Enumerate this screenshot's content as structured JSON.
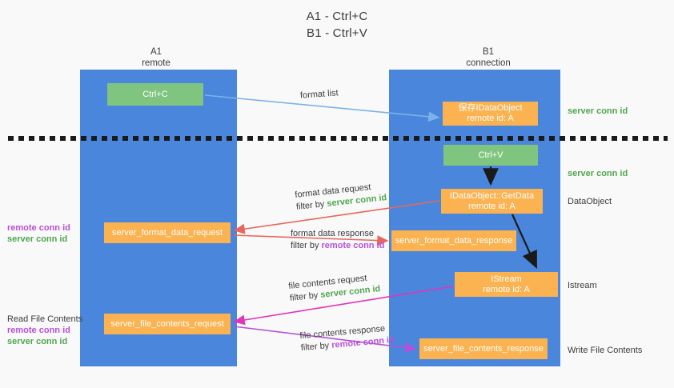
{
  "title": {
    "line1": "A1 - Ctrl+C",
    "line2": "B1 - Ctrl+V"
  },
  "columns": [
    {
      "id": "a1",
      "name": "A1",
      "sub": "remote",
      "color": "#4a86dc"
    },
    {
      "id": "b1",
      "name": "B1",
      "sub": "connection",
      "color": "#4a86dc"
    }
  ],
  "nodes": {
    "ctrl_c": {
      "line1": "Ctrl+C",
      "line2": "",
      "color": "#7fc57f"
    },
    "save_idataobject": {
      "line1": "保存IDataObject",
      "line2": "remote id: A",
      "color": "#fbb250"
    },
    "ctrl_v": {
      "line1": "Ctrl+V",
      "line2": "",
      "color": "#7fc57f"
    },
    "getdata": {
      "line1": "IDataObject::GetData",
      "line2": "remote id: A",
      "color": "#fbb250"
    },
    "server_format_data_request": {
      "line1": "server_format_data_request",
      "line2": "",
      "color": "#fbb250"
    },
    "server_format_data_response": {
      "line1": "server_format_data_response",
      "line2": "",
      "color": "#fbb250"
    },
    "istream": {
      "line1": "IStream",
      "line2": "remote id: A",
      "color": "#fbb250"
    },
    "server_file_contents_request": {
      "line1": "server_file_contents_request",
      "line2": "",
      "color": "#fbb250"
    },
    "server_file_contents_response": {
      "line1": "server_file_contents_response",
      "line2": "",
      "color": "#fbb250"
    }
  },
  "edge_labels": {
    "format_list": {
      "main": "format list",
      "filter_prefix": "",
      "filter_value": ""
    },
    "format_data_request": {
      "main": "format data request",
      "filter_prefix": "filter by ",
      "filter_value": "server conn id"
    },
    "format_data_response": {
      "main": "format data response",
      "filter_prefix": "filter by ",
      "filter_value": "remote conn id"
    },
    "file_contents_request": {
      "main": "file contents request",
      "filter_prefix": "filter by ",
      "filter_value": "server conn id"
    },
    "file_contents_response": {
      "main": "file contents response",
      "filter_prefix": "filter by ",
      "filter_value": "remote conn id"
    }
  },
  "side_notes": {
    "server_conn_id_top": "server conn id",
    "server_conn_id_mid": "server conn id",
    "dataobject": "DataObject",
    "istream": "Istream",
    "write_file_contents": "Write File Contents"
  },
  "left_notes": {
    "format_remote": "remote conn id",
    "format_server": "server conn id",
    "read_file_contents": "Read File Contents",
    "file_remote": "remote conn id",
    "file_server": "server conn id"
  },
  "colors": {
    "band": "#4a86dc",
    "green_node": "#7fc57f",
    "orange_node": "#fbb250",
    "server_conn_id": "#4fa64f",
    "remote_conn_id": "#b750d8",
    "arrow_blue": "#7bb3e8",
    "arrow_red": "#e8665a",
    "arrow_magenta": "#e333b8",
    "arrow_purple": "#b750d8",
    "arrow_black": "#1a1a1a",
    "background": "#f9f9f9",
    "text": "#3c3c3c"
  }
}
